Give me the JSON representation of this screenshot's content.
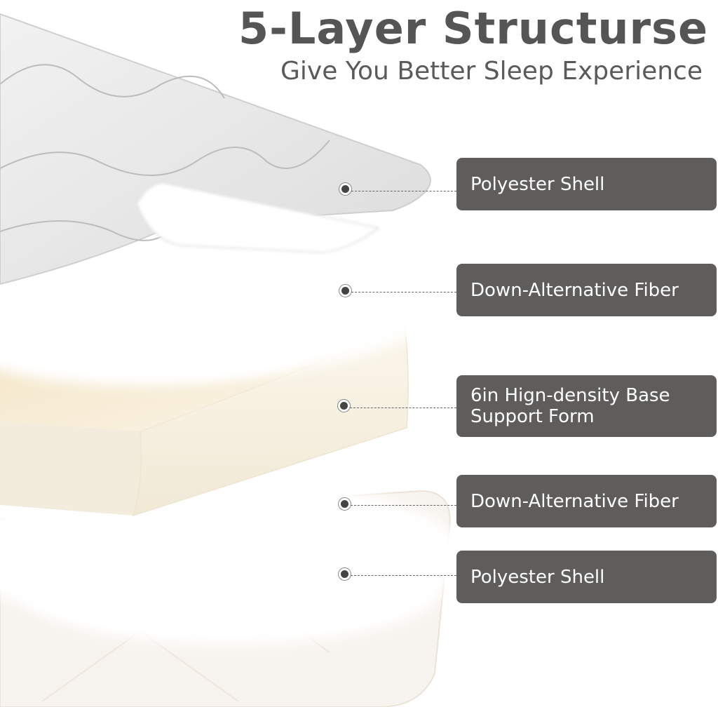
{
  "header": {
    "title": "5-Layer Structurse",
    "subtitle": "Give You Better Sleep Experience"
  },
  "layers": [
    {
      "label": "Polyester Shell"
    },
    {
      "label": "Down-Alternative Fiber"
    },
    {
      "label": "6in Hign-density Base Support Form"
    },
    {
      "label": "Down-Alternative Fiber"
    },
    {
      "label": "Polyester Shell"
    }
  ],
  "colors": {
    "label_background": "#5f5d5b",
    "label_text": "#ffffff",
    "heading": "#555555",
    "foam": "#f5efe0"
  }
}
